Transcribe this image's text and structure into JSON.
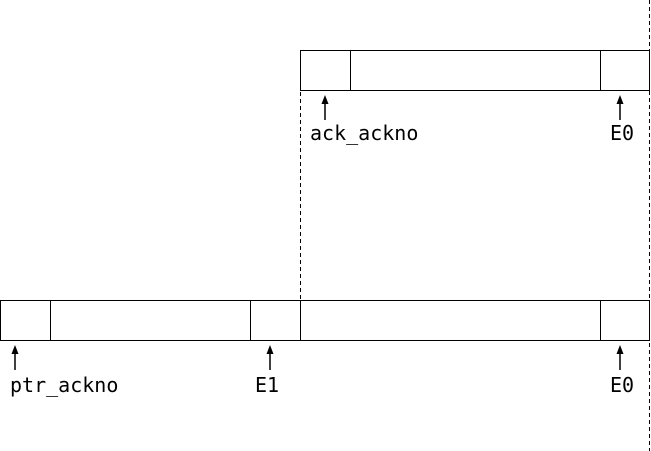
{
  "labels": {
    "ack_ackno": "ack_ackno",
    "e0_upper": "E0",
    "ptr_ackno": "ptr_ackno",
    "e1": "E1",
    "e0_lower": "E0"
  }
}
